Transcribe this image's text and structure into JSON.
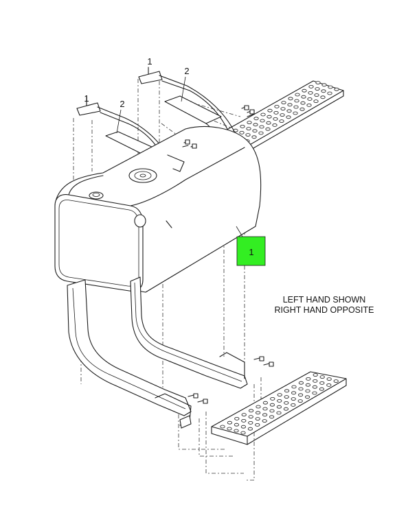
{
  "callouts": {
    "strap_upper_label": "1",
    "strap_lower_label": "1",
    "strap_bracket_upper": "2",
    "strap_bracket_lower": "2",
    "tank_label": "1"
  },
  "note": {
    "line1": "LEFT HAND SHOWN",
    "line2": "RIGHT HAND OPPOSITE"
  },
  "colors": {
    "highlight": "#33ee22",
    "line": "#1a1a1a"
  }
}
